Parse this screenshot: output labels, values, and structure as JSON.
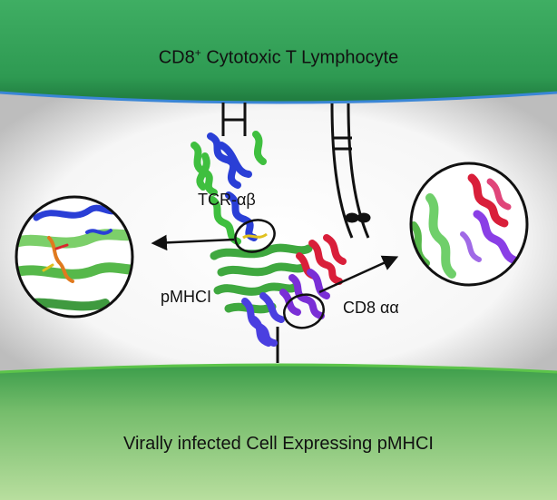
{
  "top_cell": {
    "label_main": "CD8",
    "label_sup": "+",
    "label_rest": " Cytotoxic T Lymphocyte"
  },
  "bottom_cell": {
    "label": "Virally infected Cell Expressing pMHCI"
  },
  "labels": {
    "tcr": "TCR-αβ",
    "pmhci": "pMHCI",
    "cd8": "CD8 αα"
  },
  "colors": {
    "cell_green": "#3fae63",
    "cell_light_green": "#a9d690",
    "membrane_blue": "#3a86d6",
    "membrane_green": "#5cc44a",
    "tcr_alpha": "#2a3fd6",
    "tcr_beta": "#3fbf3f",
    "peptide": "#e07a1e",
    "cd8_alpha_1": "#d91f3a",
    "cd8_alpha_2": "#7a2fd6"
  }
}
